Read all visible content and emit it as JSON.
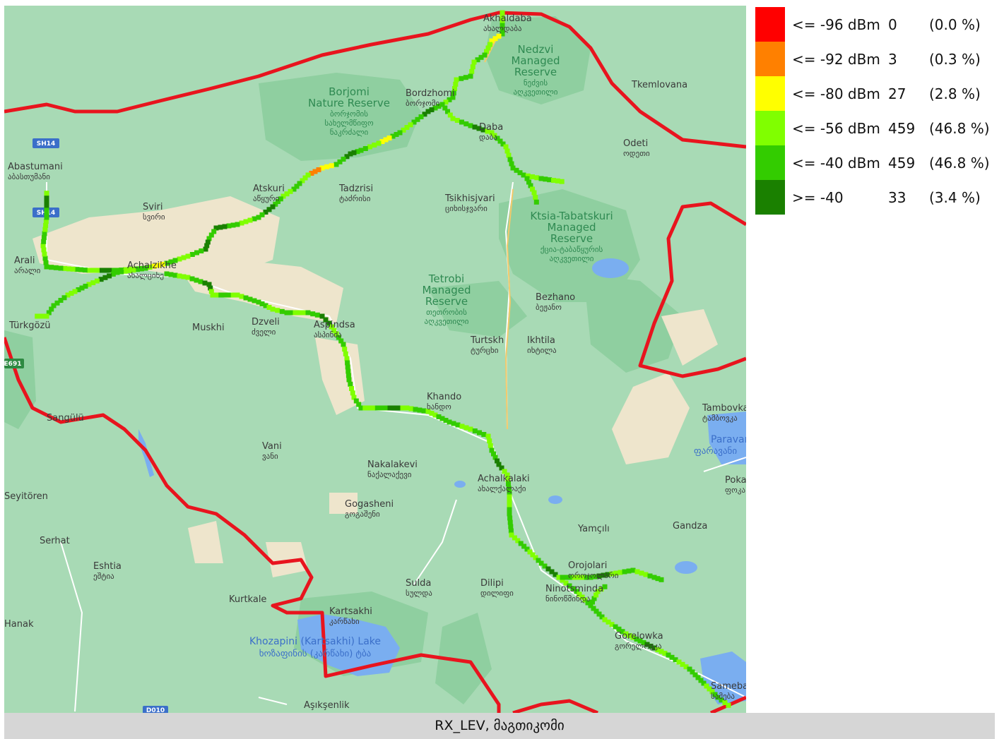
{
  "map": {
    "places": [
      {
        "name": "Akhaldaba",
        "geo": "ახალდაბა"
      },
      {
        "name": "Tkemlovana",
        "geo": ""
      },
      {
        "name": "Bordzhomi",
        "geo": "ბორჯომი"
      },
      {
        "name": "Daba",
        "geo": "დაბა"
      },
      {
        "name": "Odeti",
        "geo": "ოდეთი"
      },
      {
        "name": "Abastumani",
        "geo": "აბასთუმანი"
      },
      {
        "name": "Atskuri",
        "geo": "აწყური"
      },
      {
        "name": "Tadzrisi",
        "geo": "ტაძრისი"
      },
      {
        "name": "Tsikhisjvari",
        "geo": "ციხისჯვარი"
      },
      {
        "name": "Sviri",
        "geo": "სვირი"
      },
      {
        "name": "Arali",
        "geo": "არალი"
      },
      {
        "name": "Achalzikhe",
        "geo": "ახალციხე"
      },
      {
        "name": "Türkgözü",
        "geo": ""
      },
      {
        "name": "Muskhi",
        "geo": ""
      },
      {
        "name": "Dzveli",
        "geo": "ძველი"
      },
      {
        "name": "Aspindsa",
        "geo": "ასპინძა"
      },
      {
        "name": "Bezhano",
        "geo": "ბეჟანო"
      },
      {
        "name": "Turtskh",
        "geo": "ტურცხი"
      },
      {
        "name": "Ikhtila",
        "geo": "იხტილა"
      },
      {
        "name": "Khando",
        "geo": "ხანდო"
      },
      {
        "name": "Sangülü",
        "geo": ""
      },
      {
        "name": "Tambovka",
        "geo": "ტამბოვკა"
      },
      {
        "name": "Vani",
        "geo": "ვანი"
      },
      {
        "name": "Nakalakevi",
        "geo": "ნაქალაქევი"
      },
      {
        "name": "Achalkalaki",
        "geo": "ახალქალაქი"
      },
      {
        "name": "Poka",
        "geo": "ფოკა"
      },
      {
        "name": "Seyitören",
        "geo": ""
      },
      {
        "name": "Gogasheni",
        "geo": "გოგაშენი"
      },
      {
        "name": "Gandza",
        "geo": ""
      },
      {
        "name": "Serhat",
        "geo": ""
      },
      {
        "name": "Eshtia",
        "geo": "ეშტია"
      },
      {
        "name": "Yamçılı",
        "geo": ""
      },
      {
        "name": "Orojolari",
        "geo": "ოროჯოლარი"
      },
      {
        "name": "Sulda",
        "geo": "სულდა"
      },
      {
        "name": "Dilipi",
        "geo": "დილიფი"
      },
      {
        "name": "Ninotsminda",
        "geo": "ნინოწმინდა"
      },
      {
        "name": "Kurtkale",
        "geo": ""
      },
      {
        "name": "Kartsakhi",
        "geo": "კარწახი"
      },
      {
        "name": "Hanak",
        "geo": ""
      },
      {
        "name": "Gorelowka",
        "geo": "გორელოვკა"
      },
      {
        "name": "Sameba",
        "geo": "სამება"
      },
      {
        "name": "Aşıkşenlik",
        "geo": ""
      }
    ],
    "parks": [
      {
        "lines": [
          "Nedzvi",
          "Managed",
          "Reserve"
        ],
        "geo": [
          "ნეძვის",
          "აღკვეთილი"
        ]
      },
      {
        "lines": [
          "Borjomi",
          "Nature Reserve"
        ],
        "geo": [
          "ბორჯომის",
          "სახელმწიფო",
          "ნაკრძალი"
        ]
      },
      {
        "lines": [
          "Ktsia-Tabatskuri",
          "Managed",
          "Reserve"
        ],
        "geo": [
          "ქცია-ტაბაწყურის",
          "აღკვეთილი"
        ]
      },
      {
        "lines": [
          "Tetrobi",
          "Managed",
          "Reserve"
        ],
        "geo": [
          "თეთრობის",
          "აღკვეთილი"
        ]
      }
    ],
    "lakes": [
      {
        "name": "Khozapini (Kartsakhi) Lake",
        "geo": "ხოზაფინის (კარწახი) ტბა"
      },
      {
        "name": "Paravani",
        "geo": "ფარავანი"
      }
    ],
    "road_shields": [
      "SH14",
      "SH14",
      "E691",
      "D010"
    ],
    "colors": {
      "terrain": "#a8dab5",
      "forest": "#8fcfa0",
      "sand": "#eee5cc",
      "water": "#7aaef0",
      "border": "#e8141e"
    }
  },
  "legend": {
    "rows": [
      {
        "range": "<= -96 dBm",
        "count": "0",
        "percent": "(0.0 %)",
        "color": "#ff0000"
      },
      {
        "range": "<= -92 dBm",
        "count": "3",
        "percent": "(0.3 %)",
        "color": "#ff8000"
      },
      {
        "range": "<= -80 dBm",
        "count": "27",
        "percent": "(2.8 %)",
        "color": "#ffff00"
      },
      {
        "range": "<= -56 dBm",
        "count": "459",
        "percent": "(46.8 %)",
        "color": "#80ff00"
      },
      {
        "range": "<= -40 dBm",
        "count": "459",
        "percent": "(46.8 %)",
        "color": "#33cc00"
      },
      {
        "range": ">= -40",
        "count": "33",
        "percent": "(3.4 %)",
        "color": "#1a8000"
      }
    ]
  },
  "footer": {
    "caption": "RX_LEV, მაგთიკომი"
  }
}
